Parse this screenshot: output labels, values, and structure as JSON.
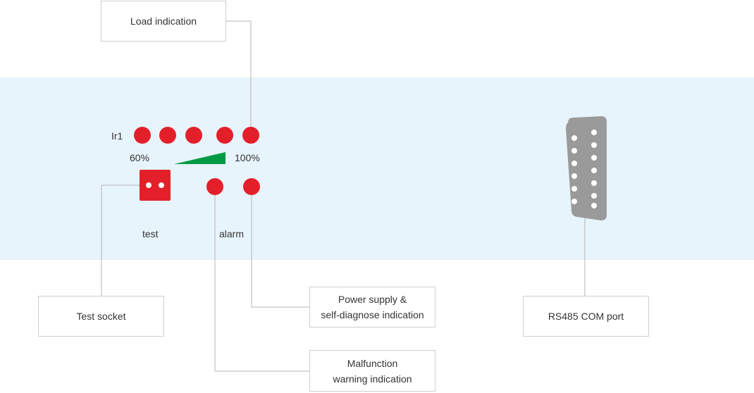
{
  "callouts": {
    "load": "Load indication",
    "test_socket": "Test socket",
    "power_line1": "Power supply &",
    "power_line2": "self-diagnose indication",
    "malfunction_line1": "Malfunction",
    "malfunction_line2": "warning indication",
    "rs485": "RS485 COM port"
  },
  "panel": {
    "ir_label": "Ir1",
    "scale_min": "60%",
    "scale_max": "100%",
    "test_label": "test",
    "alarm_label": "alarm"
  },
  "colors": {
    "led_red": "#e3202a",
    "ramp_green": "#009a44",
    "band": "#e8f4fc",
    "connector_gray": "#9a9a9a"
  }
}
